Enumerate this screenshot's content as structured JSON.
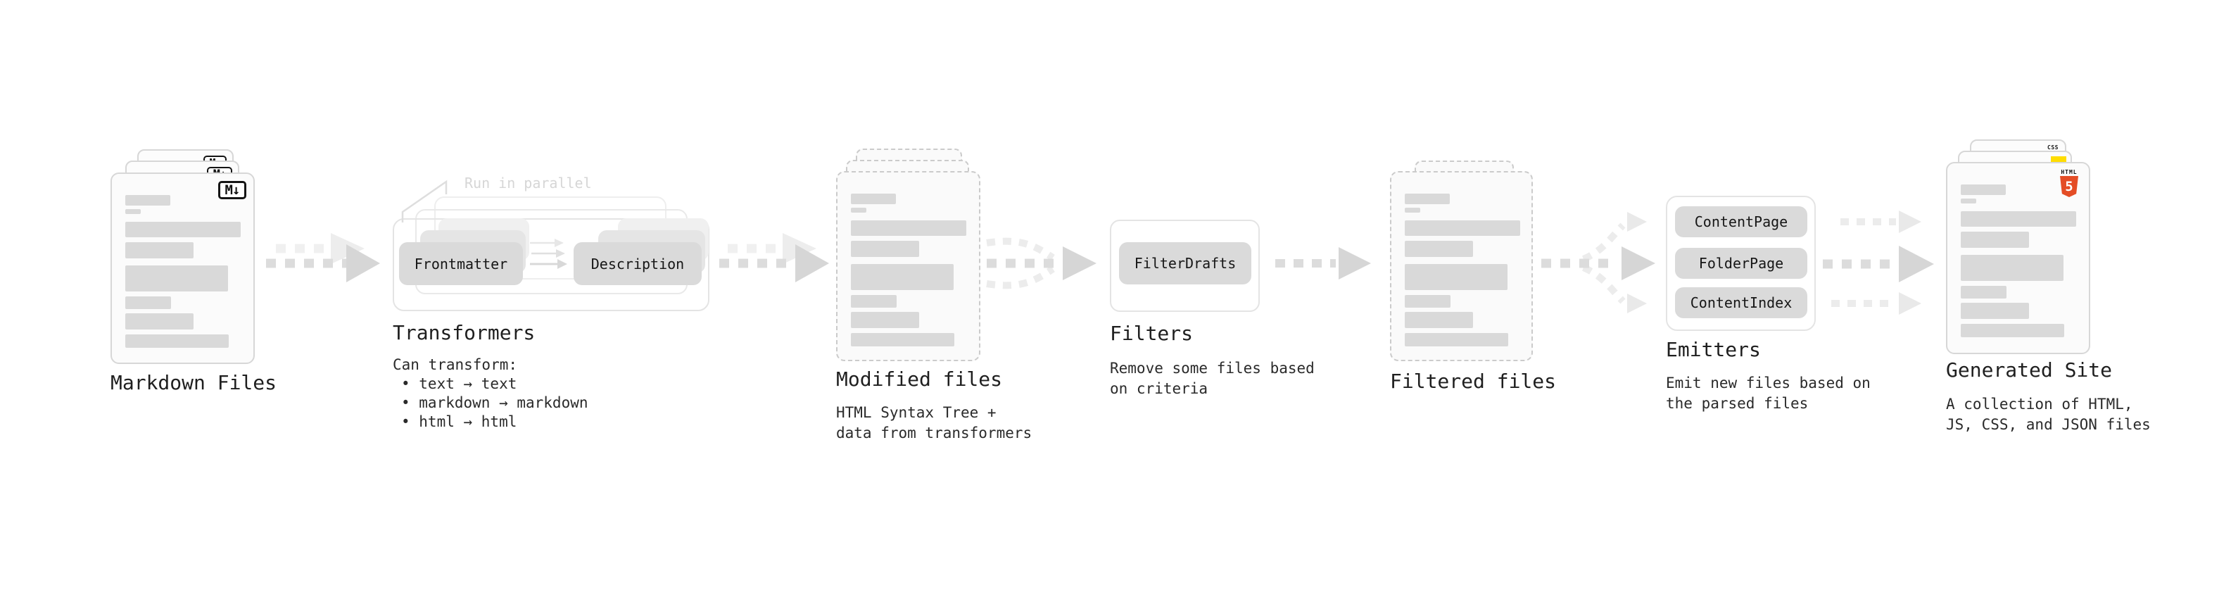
{
  "colors": {
    "html5_orange": "#e44d26",
    "css_blue": "#2962ff",
    "js_yellow": "#ffdd00",
    "pill_gray": "#dadada",
    "bar_gray": "#d9d9d9",
    "arrow_gray": "#dcdcdc",
    "text_dark": "#1f1f1f"
  },
  "markdown": {
    "label": "Markdown Files",
    "badge": "M↓"
  },
  "transformers": {
    "note": "Run in parallel",
    "pill_left": "Frontmatter",
    "pill_right": "Description",
    "label": "Transformers",
    "desc_title": "Can transform:",
    "bullets": [
      "• text → text",
      "• markdown → markdown",
      "• html → html"
    ]
  },
  "modified": {
    "label": "Modified files",
    "desc": "HTML Syntax Tree +\ndata from transformers"
  },
  "filters": {
    "pill": "FilterDrafts",
    "label": "Filters",
    "desc": "Remove some files based\non criteria"
  },
  "filtered": {
    "label": "Filtered files"
  },
  "emitters": {
    "pills": [
      "ContentPage",
      "FolderPage",
      "ContentIndex"
    ],
    "label": "Emitters",
    "desc": "Emit new files based on\nthe parsed files"
  },
  "generated": {
    "label": "Generated Site",
    "desc": "A collection of HTML,\nJS, CSS, and JSON files",
    "css_badge": "CSS",
    "html_badge_word": "HTML",
    "html_badge_number": "5"
  }
}
